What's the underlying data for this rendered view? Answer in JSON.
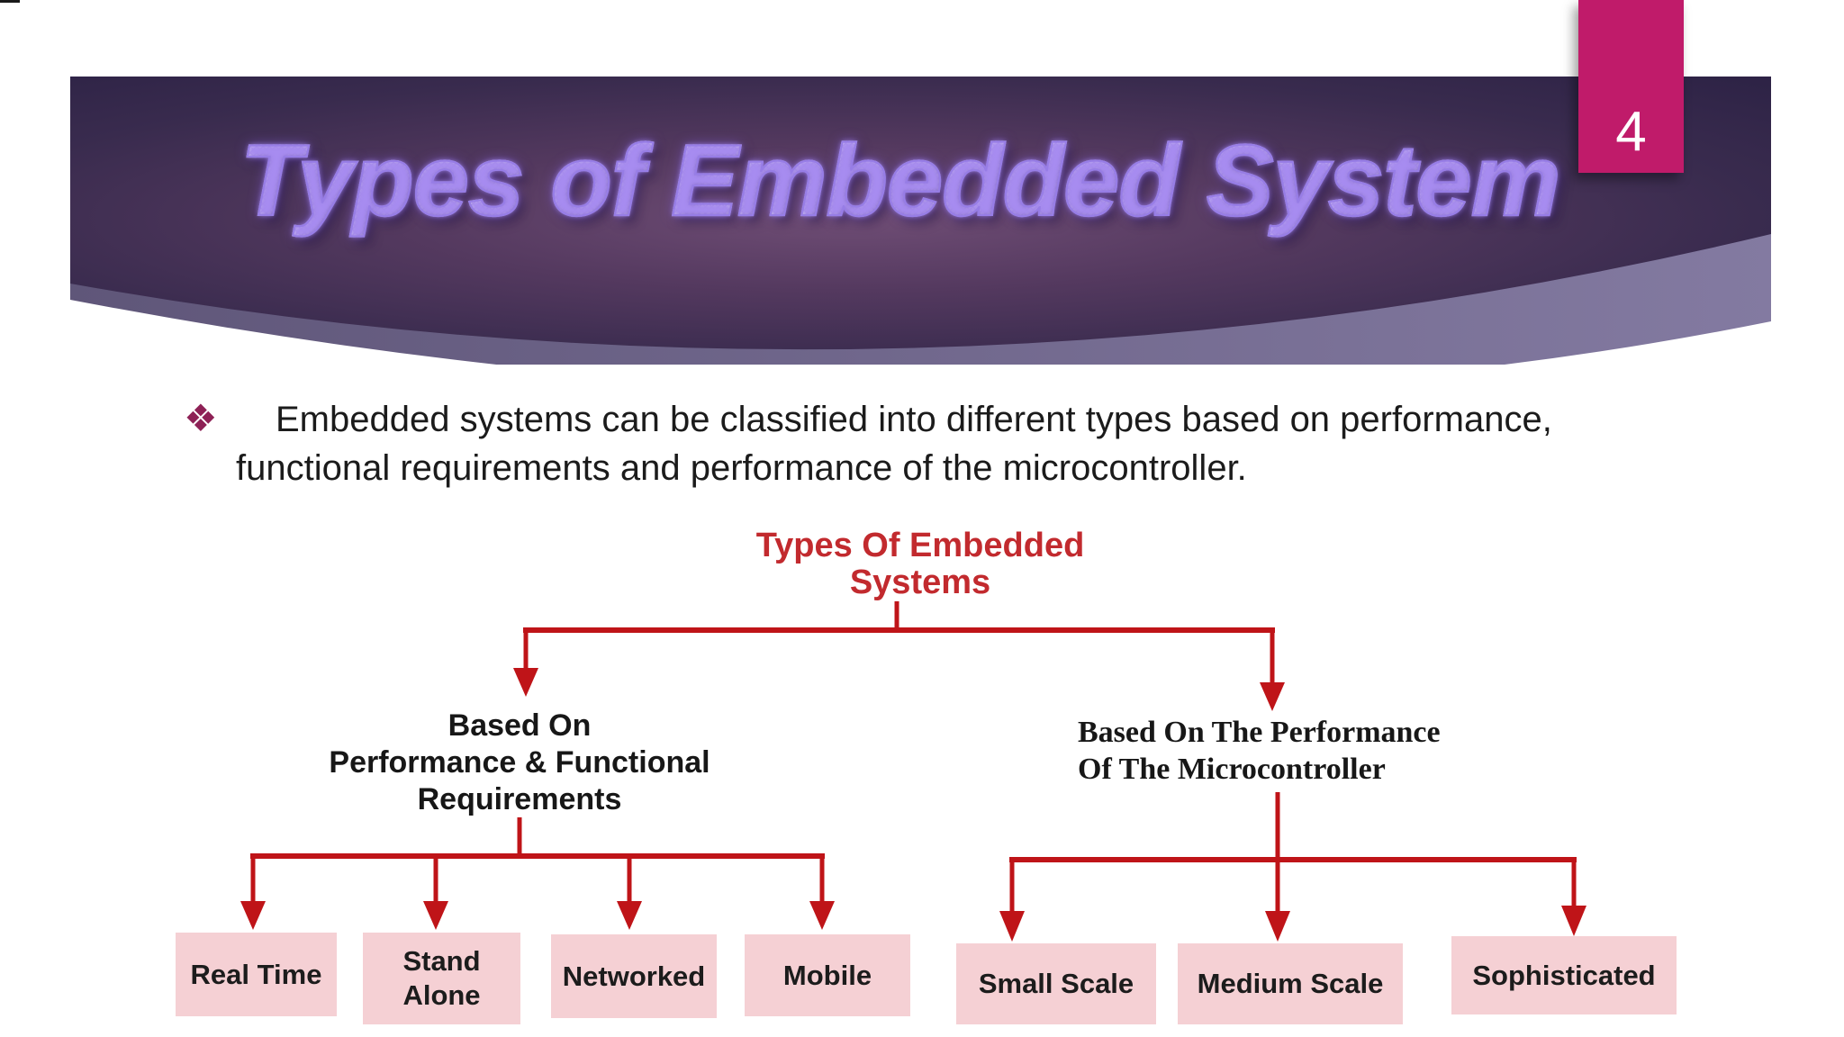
{
  "slide": {
    "title": "Types of Embedded System",
    "page_number": "4",
    "bullet": {
      "icon": "❖",
      "line1": "Embedded systems can be classified into different types based on performance,",
      "line2": "functional requirements and performance of the microcontroller."
    }
  },
  "diagram": {
    "root": {
      "line1": "Types Of Embedded",
      "line2": "Systems"
    },
    "left_branch": {
      "label_lines": [
        "Based On",
        "Performance & Functional",
        "Requirements"
      ],
      "boxes": [
        {
          "lines": [
            "Real Time"
          ]
        },
        {
          "lines": [
            "Stand",
            "Alone"
          ]
        },
        {
          "lines": [
            "Networked"
          ]
        },
        {
          "lines": [
            "Mobile"
          ]
        }
      ]
    },
    "right_branch": {
      "label_lines": [
        "Based On The Performance",
        "Of The Microcontroller"
      ],
      "boxes": [
        {
          "lines": [
            "Small Scale"
          ]
        },
        {
          "lines": [
            "Medium Scale"
          ]
        },
        {
          "lines": [
            "Sophisticated"
          ]
        }
      ]
    },
    "colors": {
      "connector_red": "#bf1418",
      "root_title_red": "#c22a2e",
      "box_fill_pink": "#f5d0d4",
      "label_black": "#171717"
    }
  },
  "theme": {
    "banner_dark": "#2b2144",
    "banner_center_light": "#6f4d75",
    "swoosh_gray_purple": "#766c94",
    "tab_pink": "#c01b6a",
    "bullet_diamond": "#8e2156",
    "title_outline_purple": "#977de6"
  }
}
